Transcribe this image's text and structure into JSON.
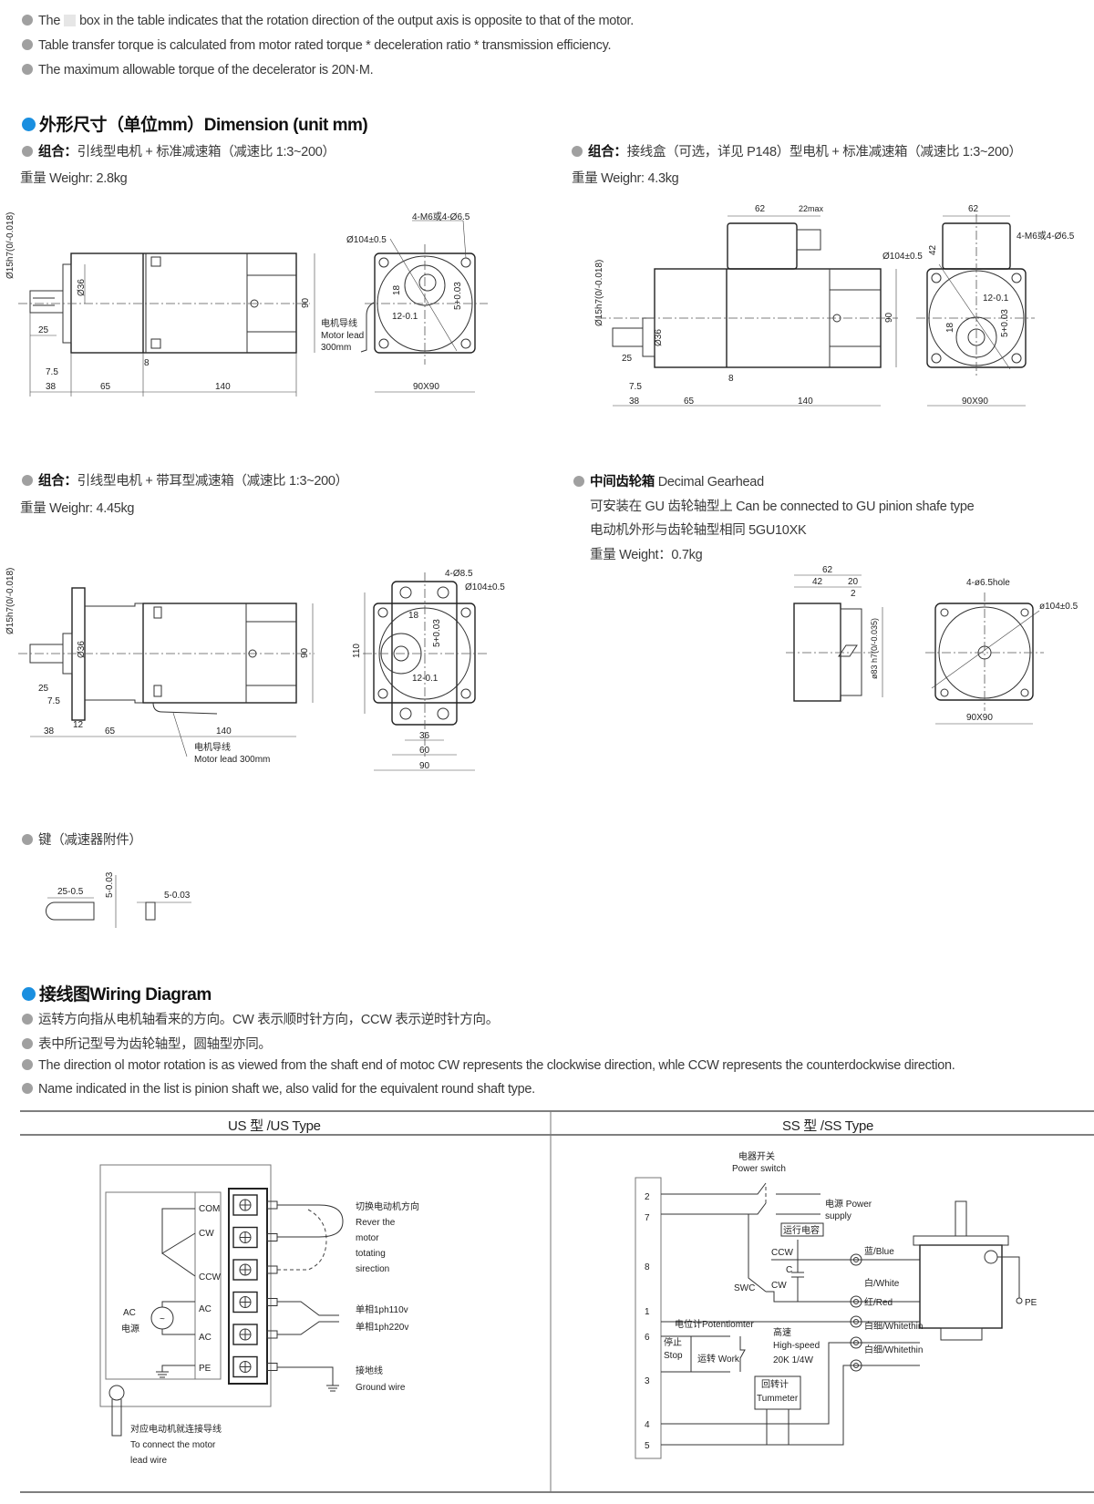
{
  "notes": [
    {
      "pre": "The",
      "post": "box in the table indicates that the rotation direction of the output axis is opposite to that of the motor."
    },
    {
      "text": "Table transfer torque is calculated from motor rated torque * deceleration ratio * transmission efficiency."
    },
    {
      "text": "The maximum allowable torque of the decelerator is 20N·M."
    }
  ],
  "dimension": {
    "title": "外形尺寸（单位mm）Dimension (unit mm)",
    "combos": [
      {
        "label": "组合：",
        "desc": "引线型电机 + 标准减速箱（减速比 1:3~200）",
        "weight": "重量 Weighr: 2.8kg"
      },
      {
        "label": "组合：",
        "desc": "接线盒（可选，详见 P148）型电机 + 标准减速箱（减速比 1:3~200）",
        "weight": "重量 Weighr: 4.3kg"
      },
      {
        "label": "组合：",
        "desc": "引线型电机 + 带耳型减速箱（减速比 1:3~200）",
        "weight": "重量 Weighr: 4.45kg"
      }
    ],
    "gearhead": {
      "label": "中间齿轮箱",
      "title_en": "Decimal Gearhead",
      "line1": "可安装在 GU 齿轮轴型上 Can be connected to GU pinion shafe type",
      "line2": "电动机外形与齿轮轴型相同 5GU10XK",
      "weight": "重量 Weight：0.7kg"
    },
    "key": {
      "label": "键（减速器附件）"
    }
  },
  "drawings": {
    "d1": {
      "shaft": "Ø15h7(0/-0.018)",
      "d36": "Ø36",
      "l25": "25",
      "l75": "7.5",
      "l38": "38",
      "l65": "65",
      "l140": "140",
      "l8": "8",
      "h90": "90",
      "d104": "Ø104±0.5",
      "holes": "4-M6或4-Ø6.5",
      "l18": "18",
      "l12": "12-0.1",
      "l5": "5+0.03",
      "lead1": "电机导线",
      "lead2": "Motor lead",
      "lead3": "300mm",
      "sq": "90X90"
    },
    "d2": {
      "w62": "62",
      "w22": "22max",
      "shaft": "Ø15h7(0/-0.018)",
      "d36": "Ø36",
      "l25": "25",
      "l75": "7.5",
      "l38": "38",
      "l65": "65",
      "l140": "140",
      "l8": "8",
      "h90": "90",
      "e62": "62",
      "e42": "42",
      "d104": "Ø104±0.5",
      "holes": "4-M6或4-Ø6.5",
      "l12": "12-0.1",
      "l5": "5+0.03",
      "l18": "18",
      "sq": "90X90"
    },
    "d3": {
      "shaft": "Ø15h7(0/-0.018)",
      "d36": "Ø36",
      "l25": "25",
      "l75": "7.5",
      "l38": "38",
      "l12": "12",
      "l65": "65",
      "l140": "140",
      "h90": "90",
      "lead1": "电机导线",
      "lead2": "Motor lead 300mm",
      "holes": "4-Ø8.5",
      "d104": "Ø104±0.5",
      "l18": "18",
      "l5": "5+0.03",
      "l12b": "12-0.1",
      "h110": "110",
      "w36": "36",
      "w60": "60",
      "w90": "90"
    },
    "d4": {
      "w62": "62",
      "w42": "42",
      "w20": "20",
      "w2": "2",
      "d83": "ø83 h7(0/-0.035)",
      "holes": "4-ø6.5hole",
      "d104": "ø104±0.5",
      "sq": "90X90"
    },
    "key": {
      "len": "25-0.5",
      "h": "5-0.03",
      "w": "5-0.03"
    }
  },
  "wiring": {
    "title": "接线图Wiring Diagram",
    "notes": [
      "运转方向指从电机轴看来的方向。CW 表示顺时针方向，CCW 表示逆时针方向。",
      "表中所记型号为齿轮轴型，圆轴型亦同。",
      "The direction ol motor rotation is as viewed from the shaft end of motoc CW represents the clockwise direction, whle CCW represents the counterdockwise direction.",
      "Name indicated in the list is pinion shaft we, also valid for the equivalent round shaft type."
    ],
    "columns": [
      "US 型 /US Type",
      "SS 型 /SS Type"
    ],
    "us": {
      "terminals": [
        "COM",
        "CW",
        "CCW",
        "AC",
        "AC",
        "PE"
      ],
      "ac": "AC",
      "source": "电源",
      "tilde": "~",
      "reverse": [
        "切换电动机方向",
        "Rever the",
        "motor",
        "totating",
        "sirection"
      ],
      "phase": [
        "单相1ph110v",
        "单相1ph220v"
      ],
      "ground": [
        "接地线",
        "Ground wire"
      ],
      "lead": [
        "对应电动机就连接导线",
        "To connect the motor",
        "lead wire"
      ]
    },
    "ss": {
      "pins": [
        "2",
        "7",
        "8",
        "1",
        "6",
        "3",
        "4",
        "5"
      ],
      "switch": [
        "电器开关",
        "Power switch"
      ],
      "power": [
        "电源 Power",
        "supply"
      ],
      "cap": "运行电容",
      "ccw": "CCW",
      "cw": "CW",
      "c": "C",
      "swc": "SWC",
      "wires": [
        "蓝/Blue",
        "白/White",
        "红/Red",
        "白细/Whitethin",
        "白细/Whitethin"
      ],
      "pot": "电位计Potentiomter",
      "stop": [
        "停止",
        "Stop"
      ],
      "work": "运转 Work",
      "speed": [
        "高速",
        "High-speed",
        "20K 1/4W"
      ],
      "tach": [
        "回转计",
        "Tummeter"
      ],
      "pe": "PE"
    }
  }
}
